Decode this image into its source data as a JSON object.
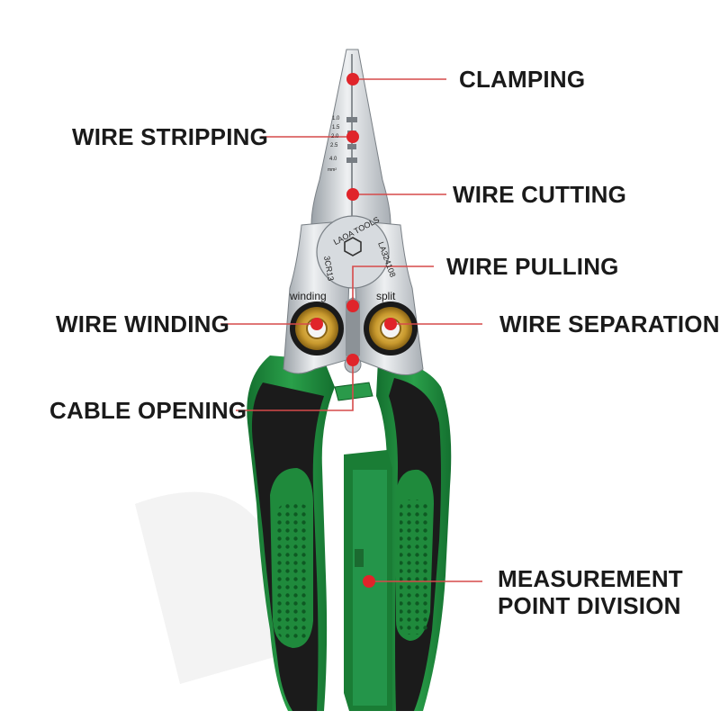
{
  "colors": {
    "handle_green": "#1f8a3c",
    "handle_dark": "#1b1b1b",
    "steel": "#c9ced3",
    "marker_red": "#e0242a",
    "leader_line": "#d64a4a",
    "brass": "#c99a2e"
  },
  "callouts": {
    "clamping": "CLAMPING",
    "wire_stripping": "WIRE STRIPPING",
    "wire_cutting": "WIRE CUTTING",
    "wire_pulling": "WIRE PULLING",
    "wire_winding": "WIRE WINDING",
    "wire_separation": "WIRE SEPARATION",
    "cable_opening": "CABLE OPENING",
    "measurement_line1": "MEASUREMENT",
    "measurement_line2": "POINT DIVISION"
  },
  "tool": {
    "brand": "LAOA TOOLS",
    "model": "LA324108",
    "steel_grade": "3CR13",
    "winding_label": "winding",
    "split_label": "split",
    "gauge_marks": [
      "1.0",
      "1.5",
      "2.0",
      "2.5",
      "4.0"
    ],
    "gauge_unit": "mm²"
  }
}
